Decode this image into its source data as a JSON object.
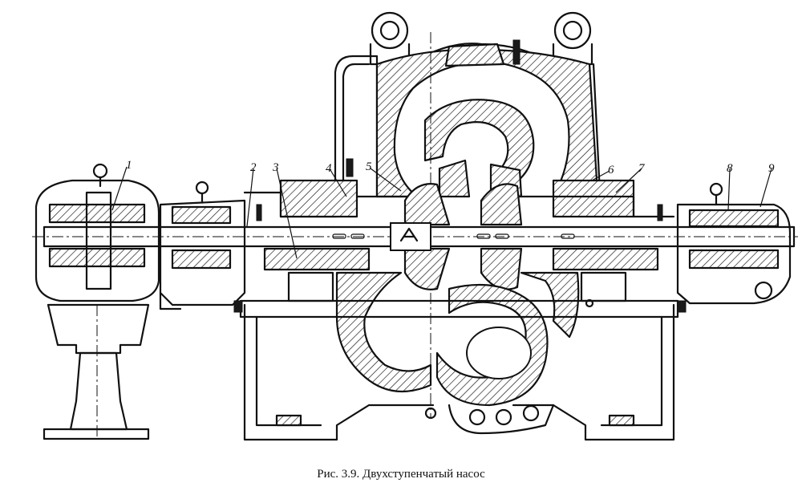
{
  "caption": "Рис.  3.9. Двухступенчатый насос",
  "labels": [
    "1",
    "2",
    "3",
    "4",
    "5",
    "6",
    "7",
    "8",
    "9"
  ]
}
